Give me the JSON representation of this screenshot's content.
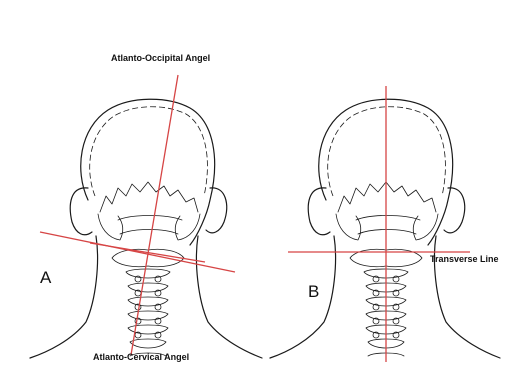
{
  "labels": {
    "atlanto_occipital": "Atlanto-Occipital Angel",
    "atlanto_cervical": "Atlanto-Cervical Angel",
    "transverse_line": "Transverse Line",
    "panel_a": "A",
    "panel_b": "B"
  },
  "colors": {
    "measurement_line": "#d64545",
    "line_art": "#1a1a1a",
    "background": "#ffffff"
  }
}
